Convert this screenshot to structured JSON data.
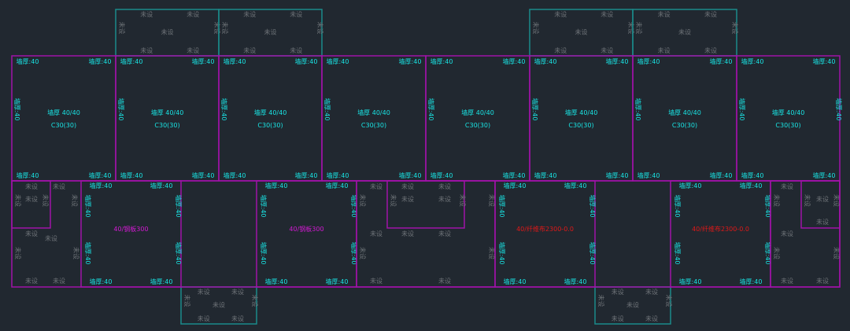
{
  "labels": {
    "wall_thickness": "墙厚:40",
    "wall_thickness_pair": "墙厚 40/40",
    "concrete_grade": "C30(30)",
    "not_set": "未设",
    "steel_plate": "40/钢板300",
    "fiber_cloth": "40/纤维布2300-0.0"
  },
  "colors": {
    "wall": "#a012a8",
    "annex": "#1a8a8a",
    "cyan_text": "#19e3e3",
    "grey_text": "#6e7378",
    "magenta_text": "#d31ad3",
    "red_text": "#e01818"
  }
}
